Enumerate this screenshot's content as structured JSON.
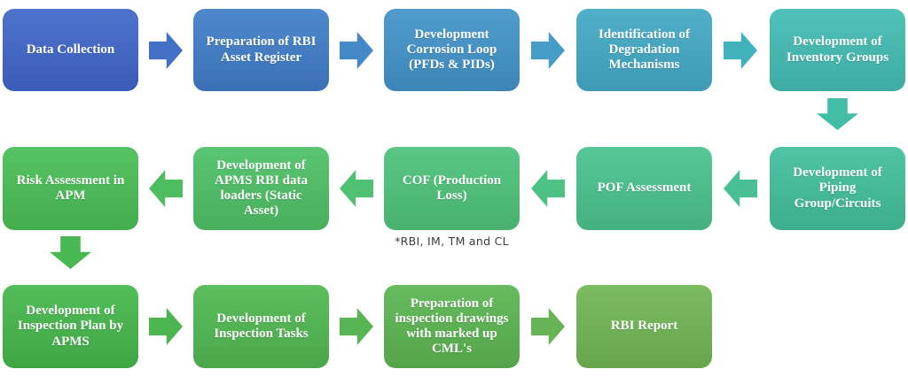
{
  "diagram": {
    "type": "flowchart",
    "nodes": [
      {
        "id": "data-collection",
        "label": "Data Collection",
        "color_top": "#4E73CD",
        "color_bottom": "#3A5CB8"
      },
      {
        "id": "rbi-asset-register",
        "label": "Preparation of RBI\nAsset Register",
        "color_top": "#4E89CC",
        "color_bottom": "#3A70B7"
      },
      {
        "id": "corrosion-loop",
        "label": "Development\nCorrosion Loop\n(PFDs & PIDs)",
        "color_top": "#509CCD",
        "color_bottom": "#3D85B8"
      },
      {
        "id": "degradation-mechanisms",
        "label": "Identification of\nDegradation\nMechanisms",
        "color_top": "#51B0C9",
        "color_bottom": "#3E9AB5"
      },
      {
        "id": "inventory-groups",
        "label": "Development of\nInventory Groups",
        "color_top": "#50C2B9",
        "color_bottom": "#3EACA3"
      },
      {
        "id": "piping-groups",
        "label": "Development of\nPiping\nGroup/Circuits",
        "color_top": "#4FC4A4",
        "color_bottom": "#3DAE8D"
      },
      {
        "id": "pof-assessment",
        "label": "POF Assessment",
        "color_top": "#56C796",
        "color_bottom": "#44B27F"
      },
      {
        "id": "cof-production-loss",
        "label": "COF (Production\nLoss)",
        "color_top": "#5AC786",
        "color_bottom": "#48B16F"
      },
      {
        "id": "apms-rbi-data-loaders",
        "label": "Development of\nAPMS RBI data\nloaders (Static\nAsset)",
        "color_top": "#5AC572",
        "color_bottom": "#48AF5C"
      },
      {
        "id": "risk-assessment-apm",
        "label": "Risk Assessment in\nAPM",
        "color_top": "#56C363",
        "color_bottom": "#44AD4D"
      },
      {
        "id": "inspection-plan-apms",
        "label": "Development of\nInspection Plan by\nAPMS",
        "color_top": "#52BD59",
        "color_bottom": "#3FA644"
      },
      {
        "id": "inspection-tasks",
        "label": "Development of\nInspection Tasks",
        "color_top": "#5CBE5D",
        "color_bottom": "#4AA74A"
      },
      {
        "id": "inspection-drawings",
        "label": "Preparation of\ninspection drawings\nwith marked up\nCML's",
        "color_top": "#67BB5E",
        "color_bottom": "#54A44A"
      },
      {
        "id": "rbi-report",
        "label": "RBI Report",
        "color_top": "#7BBC61",
        "color_bottom": "#66A54C"
      }
    ],
    "arrows": [
      {
        "id": "data-collection-to-rbi-asset-register",
        "dir": "right",
        "color": "#4270C6"
      },
      {
        "id": "rbi-asset-register-to-corrosion-loop",
        "dir": "right",
        "color": "#4389C8"
      },
      {
        "id": "corrosion-loop-to-degradation-mechanisms",
        "dir": "right",
        "color": "#459DC6"
      },
      {
        "id": "degradation-mechanisms-to-inventory-groups",
        "dir": "right",
        "color": "#42B1BE"
      },
      {
        "id": "inventory-groups-to-piping-groups",
        "dir": "down",
        "color": "#42BDA6"
      },
      {
        "id": "piping-groups-to-pof-assessment",
        "dir": "left",
        "color": "#48BF94"
      },
      {
        "id": "pof-assessment-to-cof-production-loss",
        "dir": "left",
        "color": "#4EC185"
      },
      {
        "id": "cof-production-loss-to-apms-rbi-data-loaders",
        "dir": "left",
        "color": "#50C073"
      },
      {
        "id": "apms-rbi-data-loaders-to-risk-assessment-apm",
        "dir": "left",
        "color": "#4EBD60"
      },
      {
        "id": "risk-assessment-apm-to-inspection-plan-apms",
        "dir": "down",
        "color": "#48B850"
      },
      {
        "id": "inspection-plan-apms-to-inspection-tasks",
        "dir": "right",
        "color": "#4DB550"
      },
      {
        "id": "inspection-tasks-to-inspection-drawings",
        "dir": "right",
        "color": "#58B554"
      },
      {
        "id": "inspection-drawings-to-rbi-report",
        "dir": "right",
        "color": "#67B456"
      }
    ],
    "note": {
      "text": "*RBI, IM, TM and CL",
      "color": "#3C3C3C"
    }
  }
}
